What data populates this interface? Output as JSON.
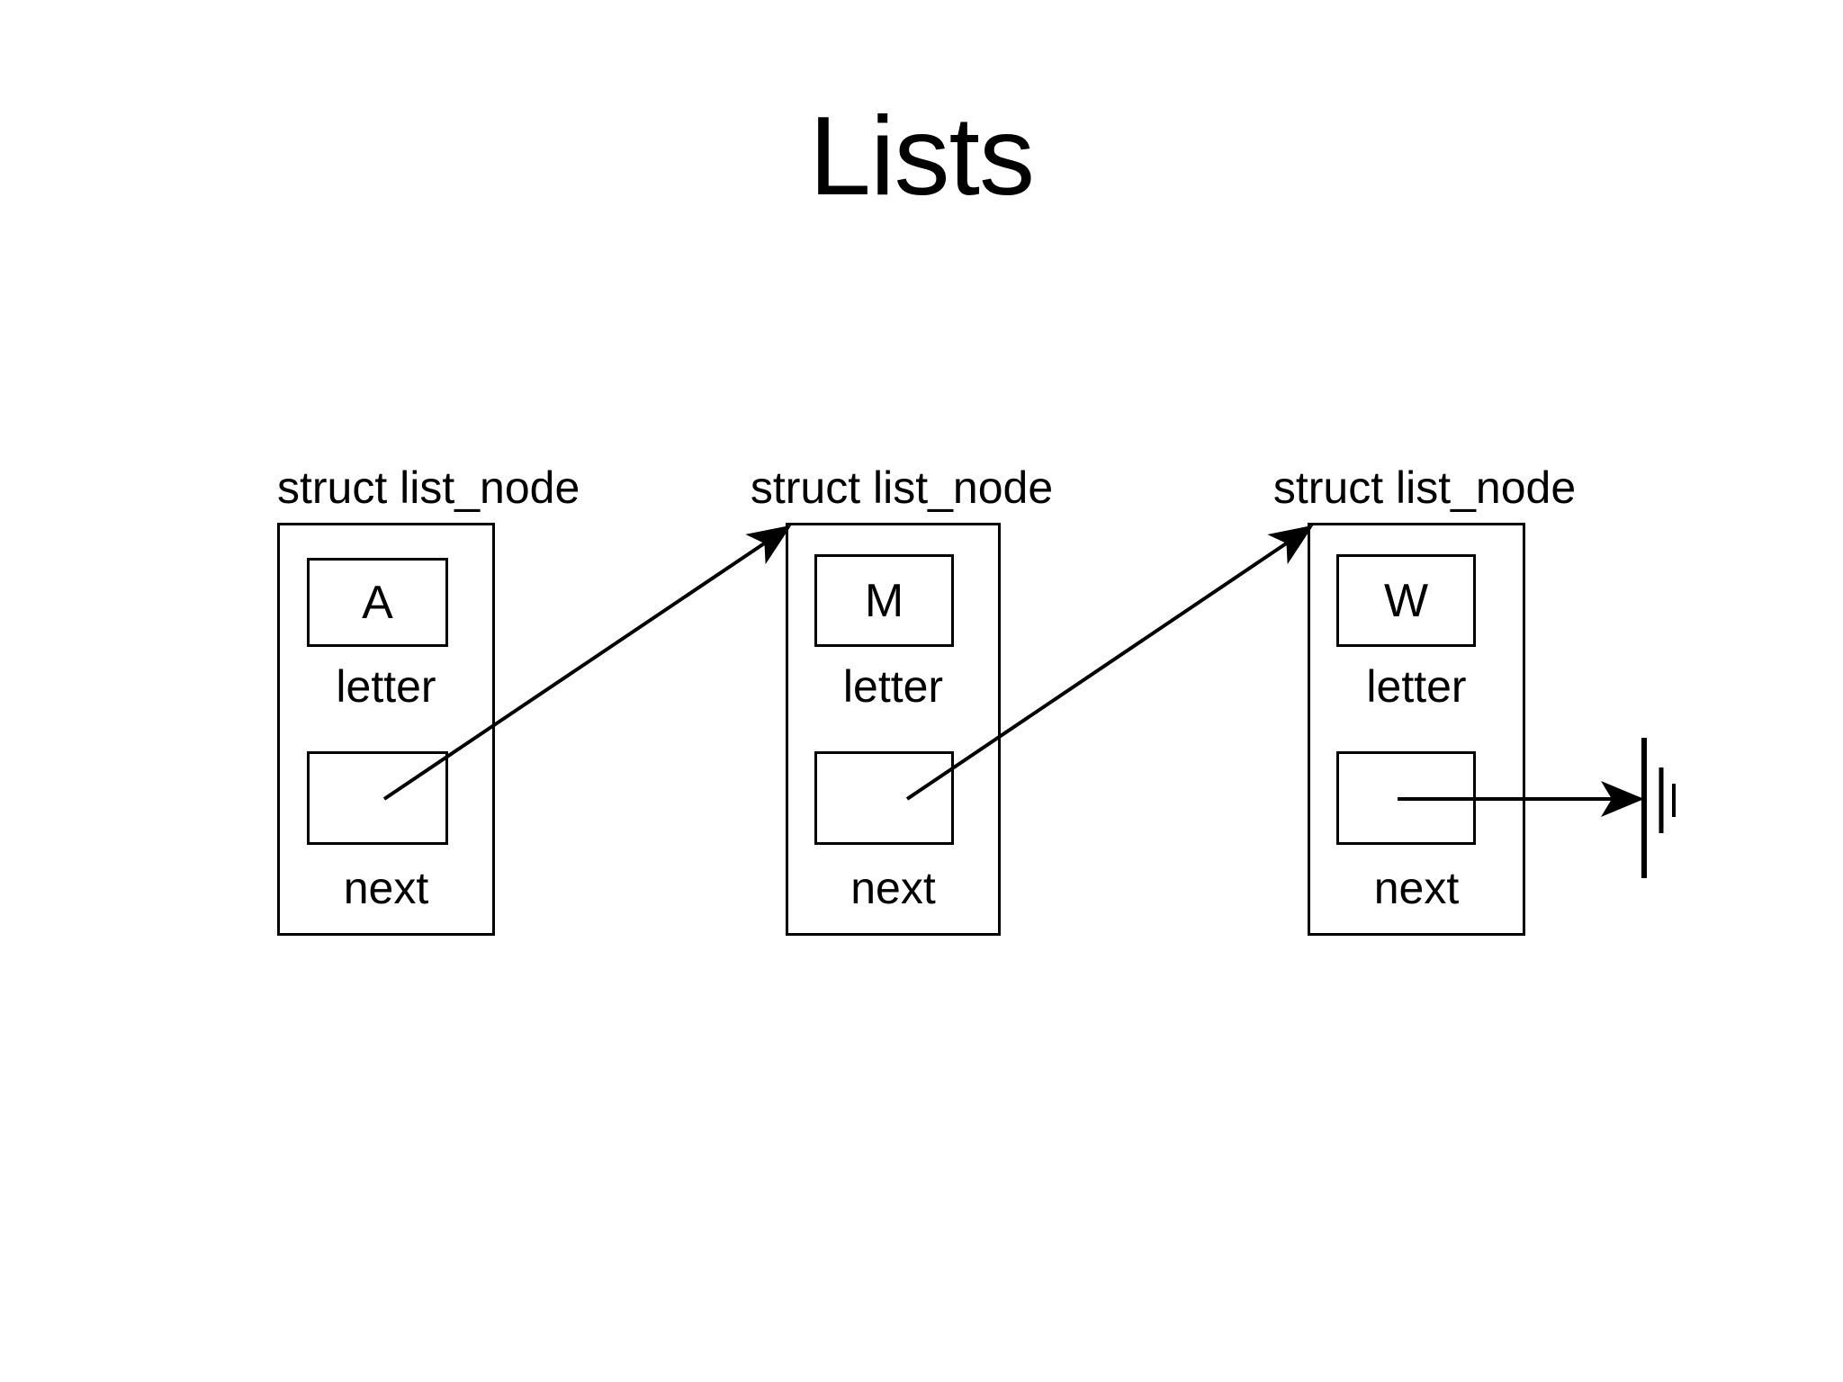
{
  "slide": {
    "title": "Lists",
    "background_color": "#ffffff",
    "stroke_color": "#000000"
  },
  "diagram": {
    "type": "linked-list",
    "node_type_label": "struct list_node",
    "field_labels": {
      "letter": "letter",
      "next": "next"
    },
    "nodes": [
      {
        "id": "node-1",
        "type_label": "struct list_node",
        "letter_field_label": "letter",
        "letter_value": "A",
        "next_field_label": "next",
        "next_target": "node-2"
      },
      {
        "id": "node-2",
        "type_label": "struct list_node",
        "letter_field_label": "letter",
        "letter_value": "M",
        "next_field_label": "next",
        "next_target": "node-3"
      },
      {
        "id": "node-3",
        "type_label": "struct list_node",
        "letter_field_label": "letter",
        "letter_value": "W",
        "next_field_label": "next",
        "next_target": "null-terminator"
      }
    ],
    "terminator": {
      "id": "null-terminator",
      "symbol": "ground-null-bars",
      "bar_count": 3
    }
  }
}
